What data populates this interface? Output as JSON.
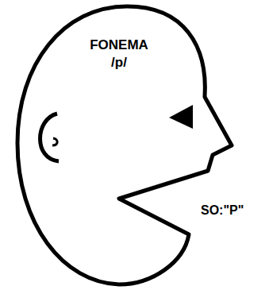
{
  "diagram": {
    "nodes": [
      {
        "text": [
          "FONEMA",
          "/p/"
        ]
      }
    ],
    "labels": [
      "SO:\"P\""
    ]
  }
}
